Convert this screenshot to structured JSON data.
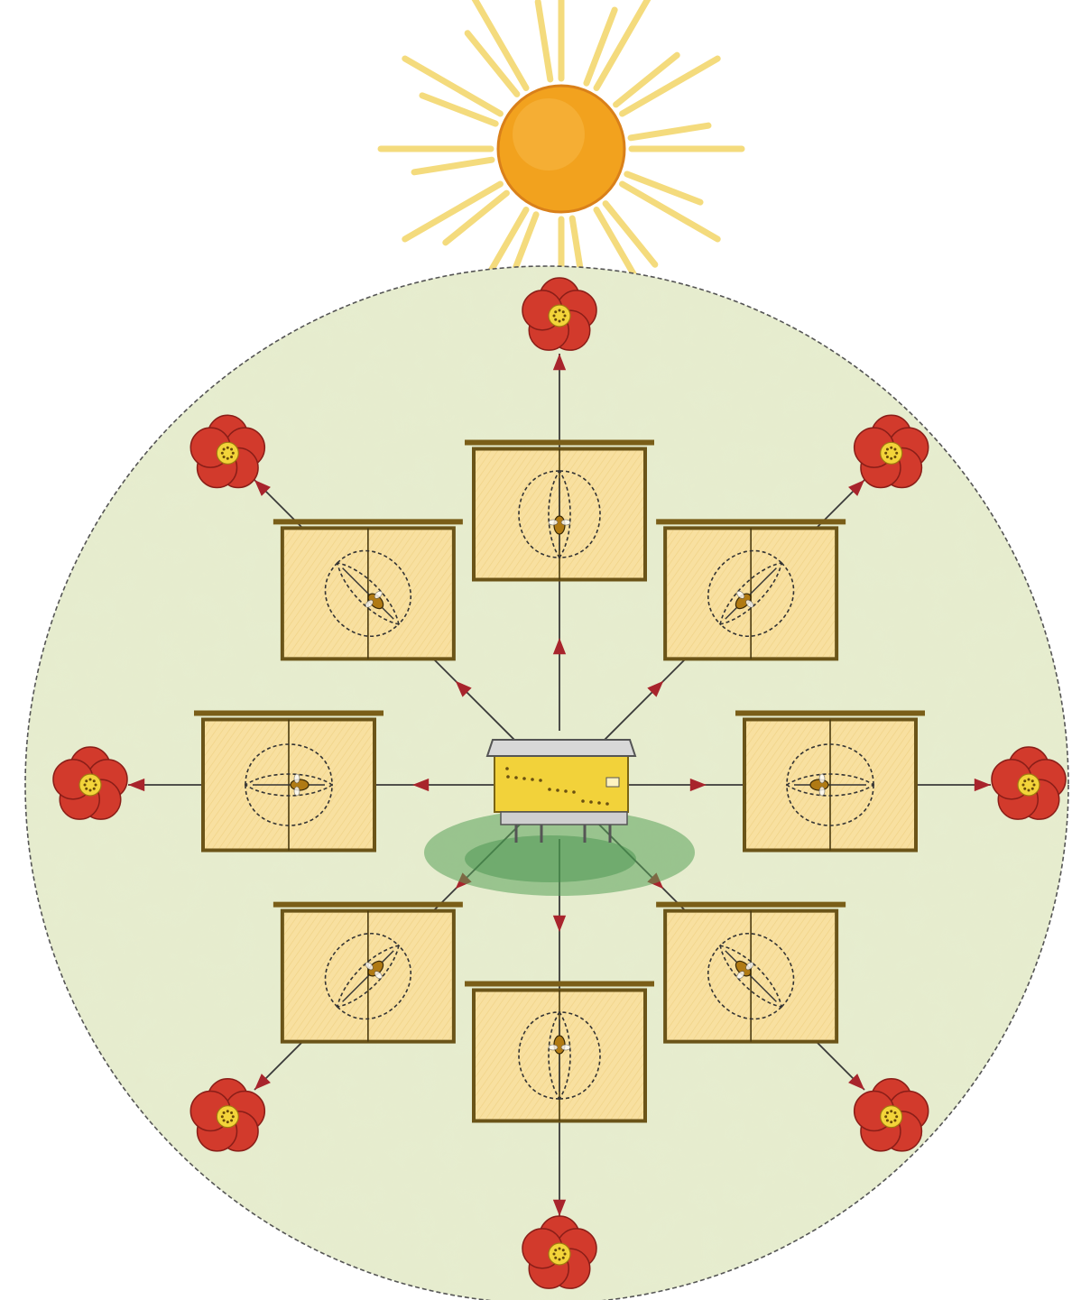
{
  "colors": {
    "paper": "#ffffff",
    "field": "#e6eccd",
    "field_edge": "#555555",
    "sun": "#f2a21e",
    "sun_edge": "#d9801a",
    "ray": "#f3d870",
    "frame": "#6b5418",
    "comb": "#f8e0a0",
    "arrow": "#a8242c",
    "line": "#3a3a3a",
    "flower": "#d23a2c",
    "flower_center": "#f3d43a",
    "hive": "#f2d23a",
    "roof": "#d8d8d8",
    "grass": "#5aa35a"
  },
  "diagram": {
    "icons": {
      "sun": "sun-icon",
      "hive": "beehive-icon",
      "flower": "flower-icon",
      "bee": "bee-icon"
    },
    "directions": [
      {
        "id": "n",
        "angle_deg": 0
      },
      {
        "id": "ne",
        "angle_deg": 45
      },
      {
        "id": "e",
        "angle_deg": 90
      },
      {
        "id": "se",
        "angle_deg": 135
      },
      {
        "id": "s",
        "angle_deg": 180
      },
      {
        "id": "sw",
        "angle_deg": 225
      },
      {
        "id": "w",
        "angle_deg": 270
      },
      {
        "id": "nw",
        "angle_deg": 315
      }
    ]
  }
}
